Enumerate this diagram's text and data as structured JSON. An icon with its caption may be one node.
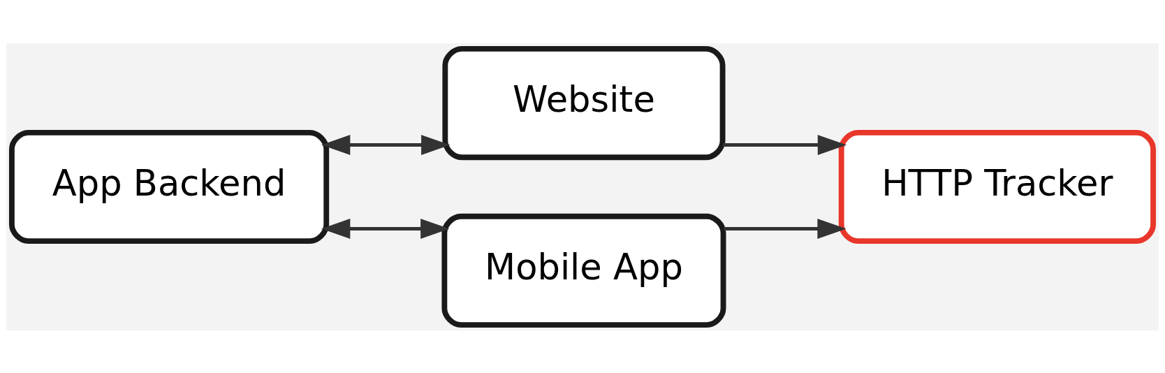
{
  "diagram": {
    "nodes": [
      {
        "text": [
          "App Backend"
        ]
      },
      {
        "text": [
          "Website"
        ]
      },
      {
        "text": [
          "Mobile App"
        ]
      },
      {
        "text": [
          "HTTP Tracker"
        ]
      }
    ],
    "edges": [
      {
        "from": 0,
        "to": 1,
        "arrow": "both"
      },
      {
        "from": 0,
        "to": 2,
        "arrow": "both"
      },
      {
        "from": 1,
        "to": 3,
        "arrow": "to"
      },
      {
        "from": 2,
        "to": 3,
        "arrow": "to"
      }
    ]
  }
}
